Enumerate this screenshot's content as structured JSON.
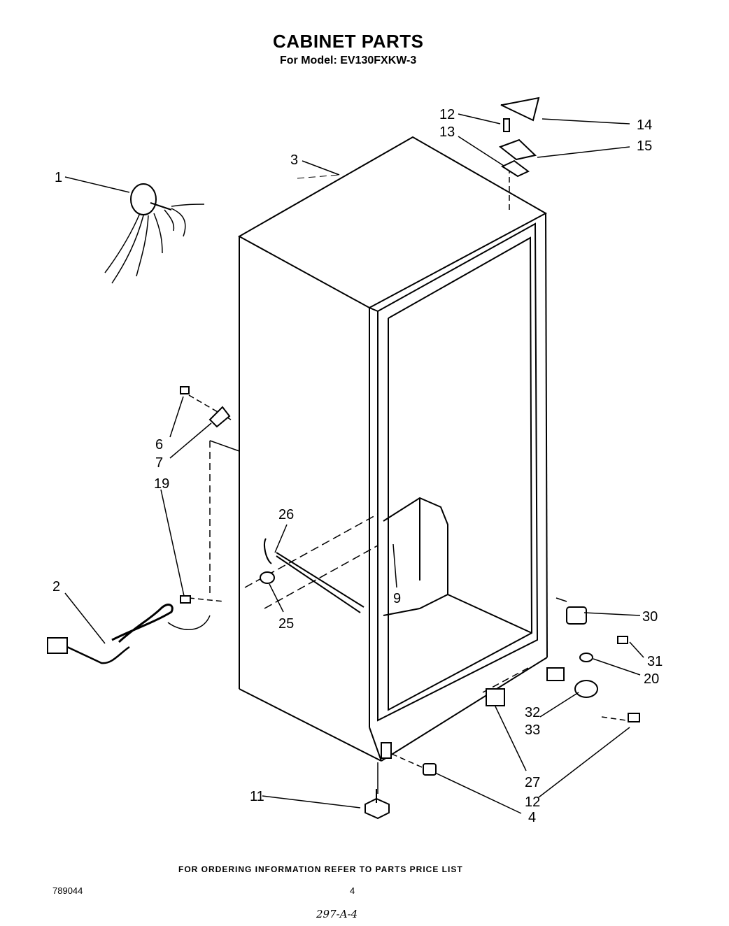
{
  "header": {
    "title": "CABINET PARTS",
    "subtitle": "For Model: EV130FXKW-3"
  },
  "callouts": [
    "1",
    "2",
    "3",
    "4",
    "6",
    "7",
    "9",
    "11",
    "12",
    "12",
    "13",
    "14",
    "15",
    "19",
    "20",
    "25",
    "26",
    "27",
    "30",
    "31",
    "32",
    "33"
  ],
  "footer": {
    "ordering_note": "FOR ORDERING INFORMATION REFER TO PARTS PRICE LIST",
    "doc_number": "789044",
    "page_number": "4",
    "handwritten": "297-A-4"
  }
}
